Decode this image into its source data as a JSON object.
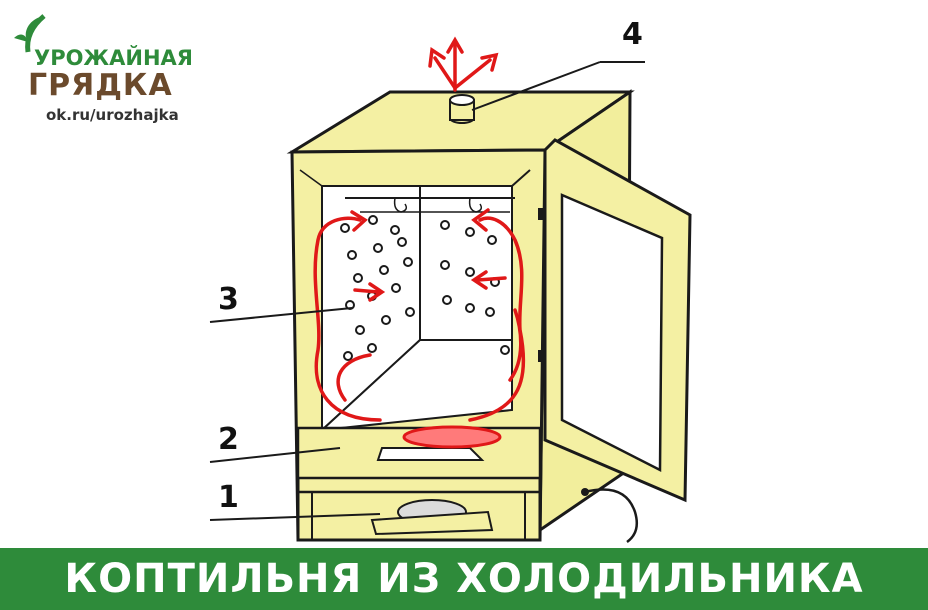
{
  "logo": {
    "line1": "УРОЖАЙНАЯ",
    "line2": "ГРЯДКА",
    "url": "ok.ru/urozhajka"
  },
  "labels": {
    "l1": "1",
    "l2": "2",
    "l3": "3",
    "l4": "4"
  },
  "banner": {
    "title": "КОПТИЛЬНЯ ИЗ ХОЛОДИЛЬНИКА"
  },
  "colors": {
    "fridge": "#f4f0a3",
    "outline": "#1a1a1a",
    "smoke_arrows": "#e01818",
    "banner": "#2e8b3a",
    "logo_green": "#2e8b3a",
    "logo_brown": "#6b4a2c"
  }
}
